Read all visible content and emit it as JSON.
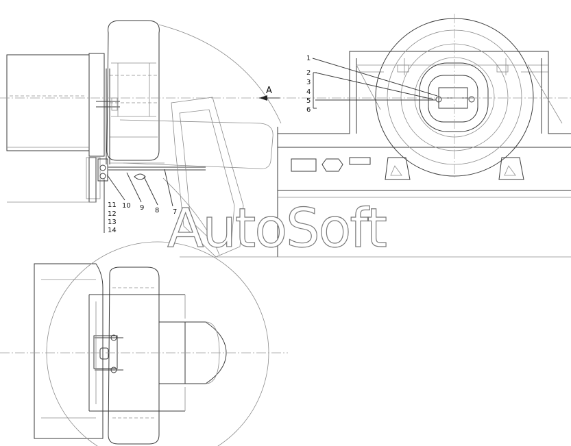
{
  "view_label": "A",
  "watermark": "AutoSoft",
  "callouts": [
    "1",
    "2",
    "3",
    "4",
    "5",
    "6",
    "7",
    "8",
    "9",
    "10",
    "11",
    "12",
    "13",
    "14"
  ]
}
